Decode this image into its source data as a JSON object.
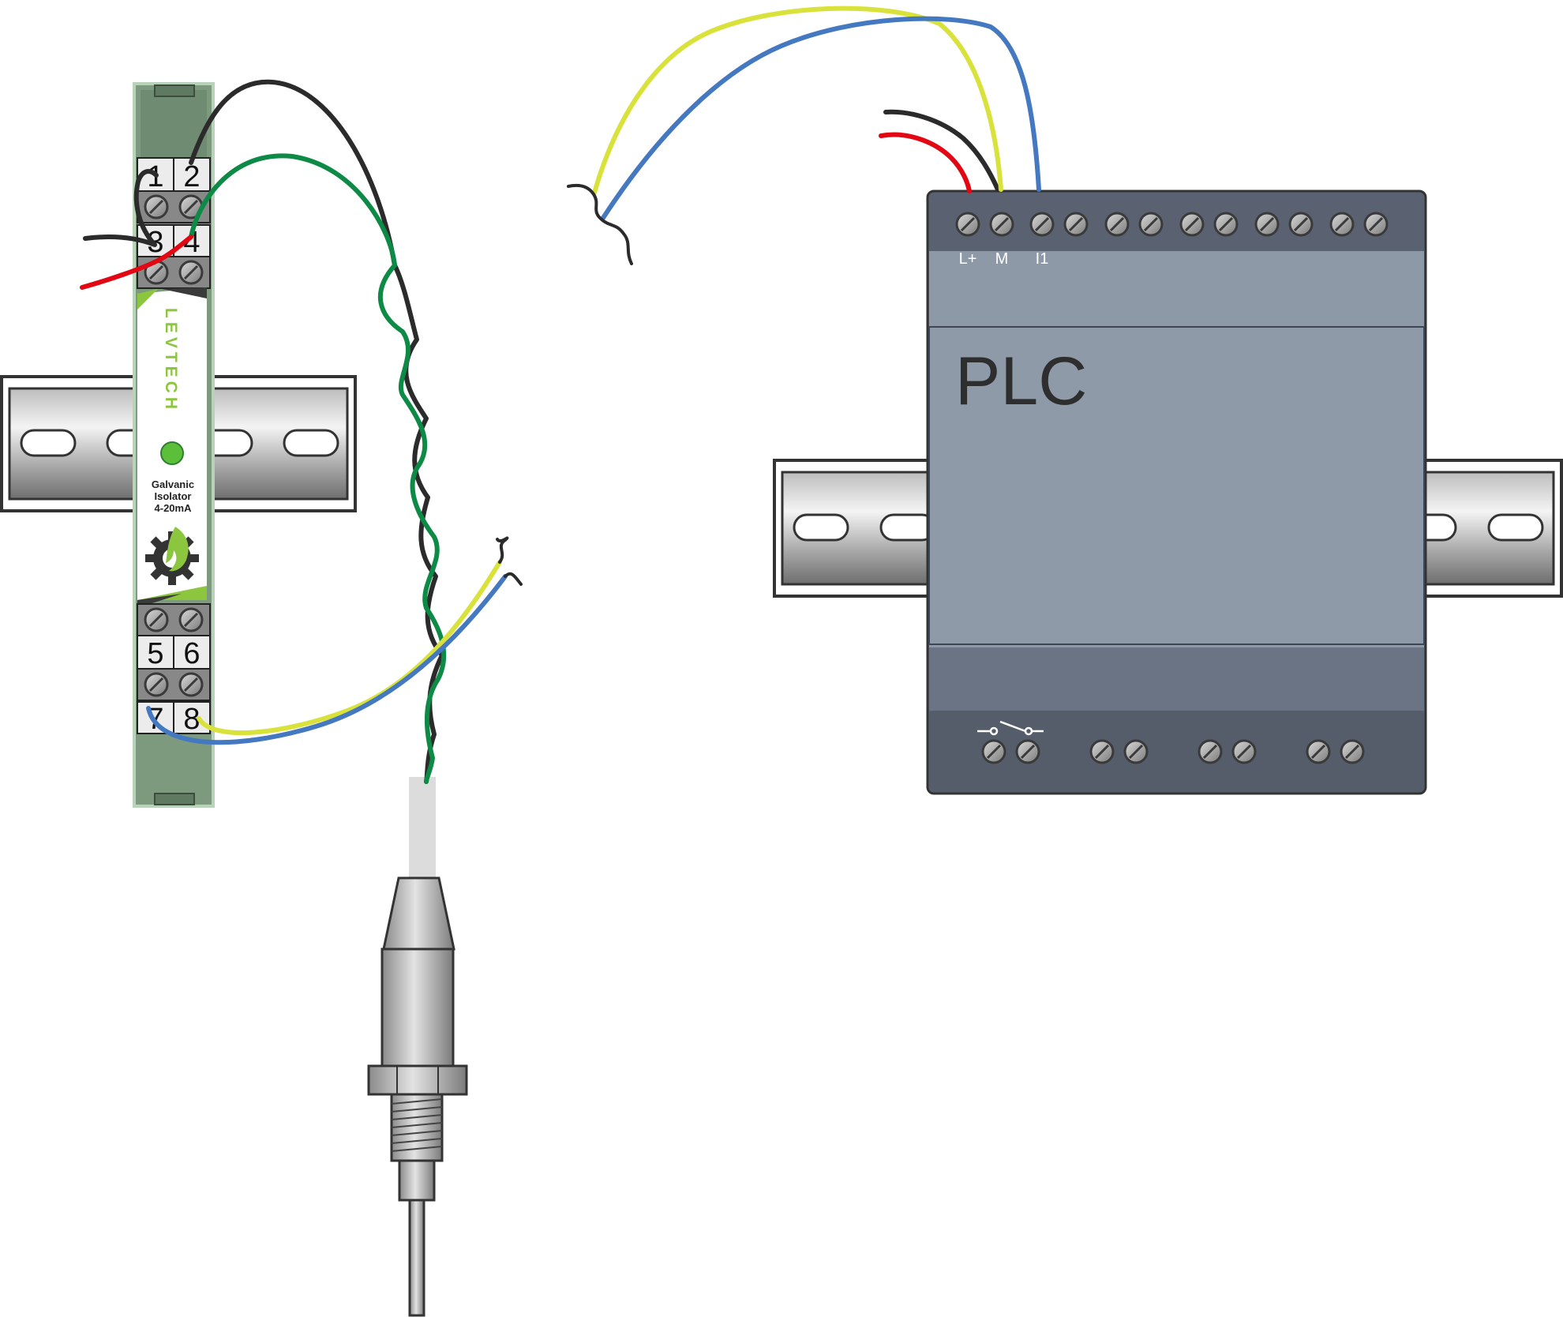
{
  "isolator": {
    "brand": "LEVTECH",
    "label_line1": "Galvanic",
    "label_line2": "Isolator",
    "label_line3": "4-20mA",
    "terminals": [
      "1",
      "2",
      "3",
      "4",
      "5",
      "6",
      "7",
      "8"
    ]
  },
  "plc": {
    "title": "PLC",
    "terminal_labels": [
      "L+",
      "M",
      "I1"
    ]
  },
  "colors": {
    "wire_black": "#2b2b2b",
    "wire_red": "#e30613",
    "wire_green": "#0d8a45",
    "wire_yellow": "#d9e23b",
    "wire_blue": "#4478c0",
    "isolator_body": "#7d9a7f",
    "brand_green": "#8cc63f",
    "led": "#5cbf3a",
    "plc_top": "#5a6272",
    "plc_panel": "#8e99a8",
    "plc_bottom": "#555d6b"
  }
}
